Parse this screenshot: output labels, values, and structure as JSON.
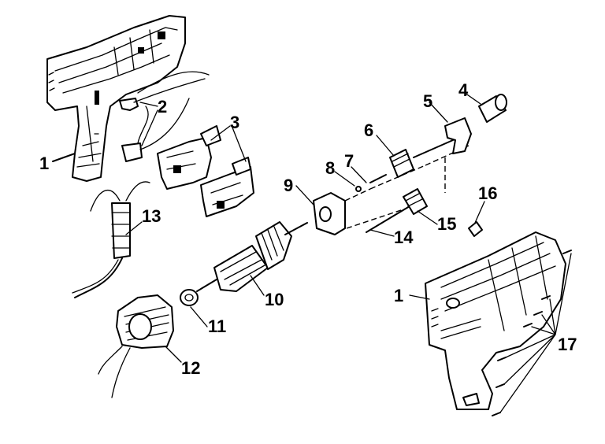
{
  "callouts": [
    {
      "id": "c1a",
      "text": "1"
    },
    {
      "id": "c1b",
      "text": "1"
    },
    {
      "id": "c2",
      "text": "2"
    },
    {
      "id": "c3",
      "text": "3"
    },
    {
      "id": "c4",
      "text": "4"
    },
    {
      "id": "c5",
      "text": "5"
    },
    {
      "id": "c6",
      "text": "6"
    },
    {
      "id": "c7",
      "text": "7"
    },
    {
      "id": "c8",
      "text": "8"
    },
    {
      "id": "c9",
      "text": "9"
    },
    {
      "id": "c10",
      "text": "10"
    },
    {
      "id": "c11",
      "text": "11"
    },
    {
      "id": "c12",
      "text": "12"
    },
    {
      "id": "c13",
      "text": "13"
    },
    {
      "id": "c14",
      "text": "14"
    },
    {
      "id": "c15",
      "text": "15"
    },
    {
      "id": "c16",
      "text": "16"
    },
    {
      "id": "c17",
      "text": "17"
    }
  ]
}
